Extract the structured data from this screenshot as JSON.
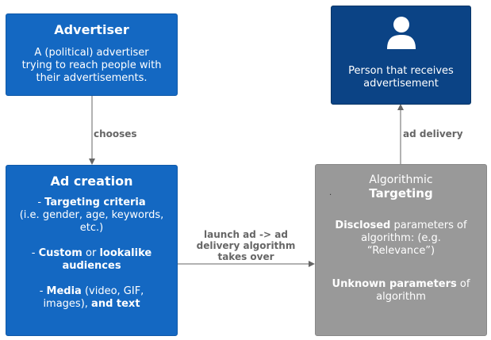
{
  "advertiser": {
    "title": "Advertiser",
    "desc_1": "A (political) advertiser",
    "desc_2": "trying to reach people with",
    "desc_3": "their advertisements."
  },
  "person": {
    "icon": "person-icon",
    "desc_1": "Person that receives",
    "desc_2": "advertisement"
  },
  "ad_creation": {
    "title": "Ad creation",
    "l1_prefix": "- ",
    "l1_bold": "Targeting criteria",
    "l2": "(i.e. gender, age, keywords,",
    "l3": "etc.)",
    "l4_prefix": "- ",
    "l4_bold": "Custom",
    "l4_mid": " or ",
    "l4_bold2": "lookalike",
    "l5_bold": "audiences",
    "l6_prefix": "- ",
    "l6_bold": "Media",
    "l6_rest": " (video, GIF,",
    "l7_rest": "images), ",
    "l7_bold": "and text"
  },
  "targeting": {
    "subtitle": "Algorithmic",
    "title": "Targeting",
    "dot": ".",
    "d1_bold": "Disclosed",
    "d1_rest": " parameters of",
    "d2": "algorithm: (e.g.",
    "d3": "“Relevance”)",
    "u1_bold": "Unknown parameters",
    "u1_rest": " of",
    "u2": "algorithm"
  },
  "edges": {
    "chooses": "chooses",
    "launch_1": "launch ad -> ad",
    "launch_2": "delivery algorithm",
    "launch_3": "takes over",
    "ad_delivery": "ad delivery"
  },
  "colors": {
    "blue": "#1468c2",
    "dark_blue": "#0b4385",
    "grey": "#999999",
    "arrow": "#666666"
  }
}
